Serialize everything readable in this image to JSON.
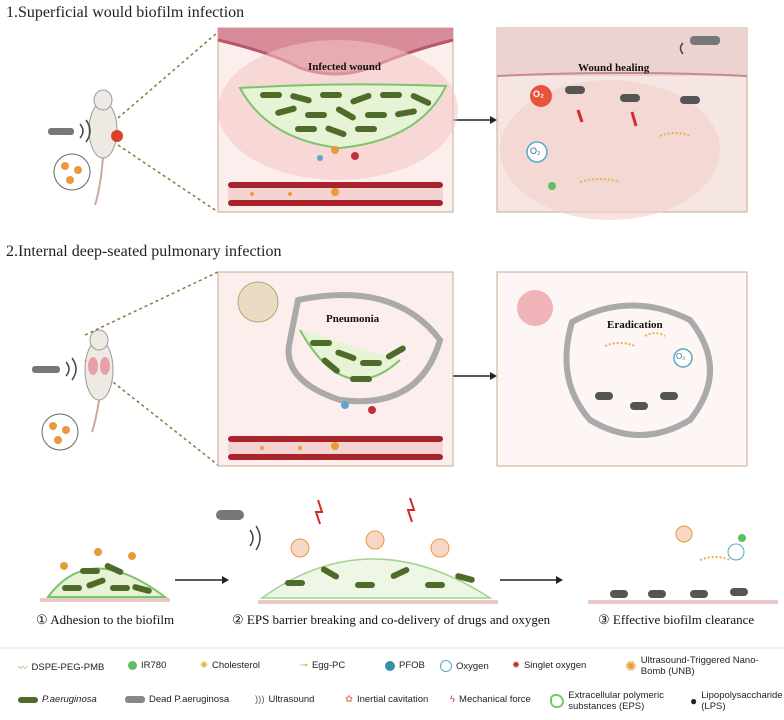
{
  "section1": {
    "title": "1.Superficial would biofilm infection"
  },
  "section2": {
    "title": "2.Internal deep-seated pulmonary infection"
  },
  "panels": {
    "infected_wound": "Infected wound",
    "wound_healing": "Wound healing",
    "pneumonia": "Pneumonia",
    "eradication": "Eradication"
  },
  "o2_label": "O₂",
  "steps": [
    {
      "marker": "①",
      "label": "Adhesion to the biofilm"
    },
    {
      "marker": "②",
      "label": "EPS barrier breaking and co-delivery of drugs and oxygen"
    },
    {
      "marker": "③",
      "label": "Effective biofilm clearance"
    }
  ],
  "legend_row1": [
    {
      "icon": "dspe-peg-pmb-icon",
      "label": "DSPE-PEG-PMB"
    },
    {
      "icon": "ir780-icon",
      "label": "IR780"
    },
    {
      "icon": "cholesterol-icon",
      "label": "Cholesterol"
    },
    {
      "icon": "egg-pc-icon",
      "label": "Egg-PC"
    },
    {
      "icon": "pfob-icon",
      "label": "PFOB"
    },
    {
      "icon": "oxygen-icon",
      "label": "Oxygen"
    },
    {
      "icon": "singlet-oxygen-icon",
      "label": "Singlet oxygen"
    },
    {
      "icon": "unb-icon",
      "label": "Ultrasound-Triggered Nano-Bomb (UNB)"
    }
  ],
  "legend_row2": [
    {
      "icon": "p-aeruginosa-icon",
      "label": "P.aeruginosa"
    },
    {
      "icon": "dead-p-aeruginosa-icon",
      "label": "Dead P.aeruginosa"
    },
    {
      "icon": "ultrasound-icon",
      "label": "Ultrasound"
    },
    {
      "icon": "inertial-cavitation-icon",
      "label": "Inertial cavitation"
    },
    {
      "icon": "mechanical-force-icon",
      "label": "Mechanical force"
    },
    {
      "icon": "eps-icon",
      "label": "Extracellular polymeric substances (EPS)"
    },
    {
      "icon": "lps-icon",
      "label": "Lipopolysaccharide (LPS)"
    }
  ],
  "colors": {
    "bacteria": "#4f6b2a",
    "eps": "#7bc46b",
    "vessel": "#a8232c",
    "singlet": "#c0313b",
    "oxygen": "#5aa7c9"
  }
}
